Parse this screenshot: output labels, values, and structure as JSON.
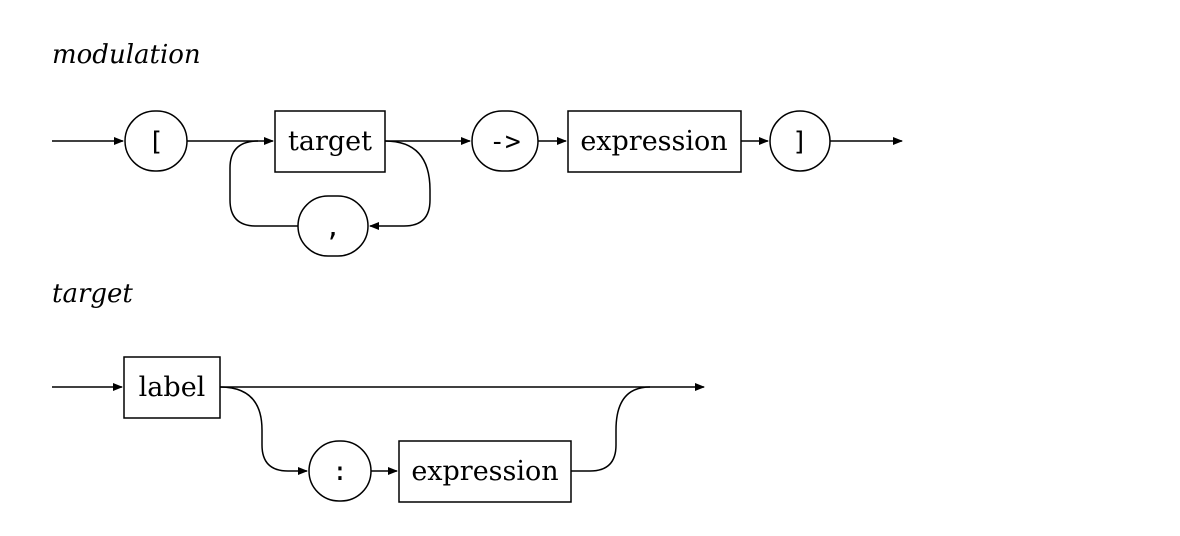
{
  "rules": [
    {
      "name": "modulation",
      "nodes": [
        {
          "kind": "terminal",
          "text": "["
        },
        {
          "kind": "nonterminal",
          "text": "target"
        },
        {
          "kind": "terminal",
          "text": ","
        },
        {
          "kind": "terminal",
          "text": "->"
        },
        {
          "kind": "nonterminal",
          "text": "expression"
        },
        {
          "kind": "terminal",
          "text": "]"
        }
      ]
    },
    {
      "name": "target",
      "nodes": [
        {
          "kind": "nonterminal",
          "text": "label"
        },
        {
          "kind": "terminal",
          "text": ":"
        },
        {
          "kind": "nonterminal",
          "text": "expression"
        }
      ]
    }
  ]
}
